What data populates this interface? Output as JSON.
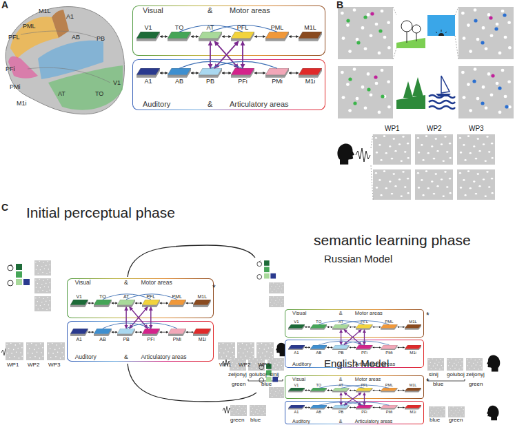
{
  "diagram": {
    "nodes": [
      {
        "text": [
          "Visual",
          "&",
          "Motor areas"
        ]
      },
      {
        "text": [
          "V1"
        ],
        "in": 0
      },
      {
        "text": [
          "TO"
        ],
        "in": 0
      },
      {
        "text": [
          "AT"
        ],
        "in": 0
      },
      {
        "text": [
          "PFL"
        ],
        "in": 0
      },
      {
        "text": [
          "PML"
        ],
        "in": 0
      },
      {
        "text": [
          "M1L"
        ],
        "in": 0
      },
      {
        "text": [
          "Auditory",
          "&",
          "Articulatory areas"
        ]
      },
      {
        "text": [
          "A1"
        ],
        "in": 7
      },
      {
        "text": [
          "AB"
        ],
        "in": 7
      },
      {
        "text": [
          "PB"
        ],
        "in": 7
      },
      {
        "text": [
          "PFi"
        ],
        "in": 7
      },
      {
        "text": [
          "PMi"
        ],
        "in": 7
      },
      {
        "text": [
          "M1i"
        ],
        "in": 7
      },
      {
        "text": [
          "Visual",
          "&",
          "Motor areas"
        ]
      },
      {
        "text": [
          "V1"
        ],
        "in": 14
      },
      {
        "text": [
          "TO"
        ],
        "in": 14
      },
      {
        "text": [
          "AT"
        ],
        "in": 14
      },
      {
        "text": [
          "PFL"
        ],
        "in": 14
      },
      {
        "text": [
          "PML"
        ],
        "in": 14
      },
      {
        "text": [
          "M1L"
        ],
        "in": 14
      },
      {
        "text": [
          "Auditory",
          "&",
          "Articulatory areas"
        ]
      },
      {
        "text": [
          "A1"
        ],
        "in": 21
      },
      {
        "text": [
          "AB"
        ],
        "in": 21
      },
      {
        "text": [
          "PB"
        ],
        "in": 21
      },
      {
        "text": [
          "PFi"
        ],
        "in": 21
      },
      {
        "text": [
          "PMi"
        ],
        "in": 21
      },
      {
        "text": [
          "M1i"
        ],
        "in": 21
      },
      {
        "text": [
          "Visual",
          "&",
          "Motor areas"
        ]
      },
      {
        "text": [
          "V1"
        ],
        "in": 28
      },
      {
        "text": [
          "TO"
        ],
        "in": 28
      },
      {
        "text": [
          "AT"
        ],
        "in": 28
      },
      {
        "text": [
          "PFL"
        ],
        "in": 28
      },
      {
        "text": [
          "PML"
        ],
        "in": 28
      },
      {
        "text": [
          "M1L"
        ],
        "in": 28
      },
      {
        "text": [
          "Auditory",
          "&",
          "Articulatory areas"
        ]
      },
      {
        "text": [
          "A1"
        ],
        "in": 35
      },
      {
        "text": [
          "AB"
        ],
        "in": 35
      },
      {
        "text": [
          "PB"
        ],
        "in": 35
      },
      {
        "text": [
          "PFi"
        ],
        "in": 35
      },
      {
        "text": [
          "PMi"
        ],
        "in": 35
      },
      {
        "text": [
          "M1i"
        ],
        "in": 35
      },
      {
        "text": [
          "Visual",
          "&",
          "Motor areas"
        ]
      },
      {
        "text": [
          "V1"
        ],
        "in": 42
      },
      {
        "text": [
          "TO"
        ],
        "in": 42
      },
      {
        "text": [
          "AT"
        ],
        "in": 42
      },
      {
        "text": [
          "PFL"
        ],
        "in": 42
      },
      {
        "text": [
          "PML"
        ],
        "in": 42
      },
      {
        "text": [
          "M1L"
        ],
        "in": 42
      },
      {
        "text": [
          "Auditory",
          "&",
          "Articulatory areas"
        ]
      },
      {
        "text": [
          "A1"
        ],
        "in": 49
      },
      {
        "text": [
          "AB"
        ],
        "in": 49
      },
      {
        "text": [
          "PB"
        ],
        "in": 49
      },
      {
        "text": [
          "PFi"
        ],
        "in": 49
      },
      {
        "text": [
          "PMi"
        ],
        "in": 49
      },
      {
        "text": [
          "M1i"
        ],
        "in": 49
      }
    ],
    "edges": [
      {
        "from": 1,
        "to": 2,
        "arrow": "both"
      },
      {
        "from": 2,
        "to": 3,
        "arrow": "both"
      },
      {
        "from": 3,
        "to": 4,
        "arrow": "both"
      },
      {
        "from": 4,
        "to": 5,
        "arrow": "both"
      },
      {
        "from": 5,
        "to": 6,
        "arrow": "both"
      },
      {
        "from": 8,
        "to": 9,
        "arrow": "both"
      },
      {
        "from": 9,
        "to": 10,
        "arrow": "both"
      },
      {
        "from": 10,
        "to": 11,
        "arrow": "both"
      },
      {
        "from": 11,
        "to": 12,
        "arrow": "both"
      },
      {
        "from": 12,
        "to": 13,
        "arrow": "both"
      },
      {
        "from": 3,
        "to": 10,
        "arrow": "both"
      },
      {
        "from": 3,
        "to": 11,
        "arrow": "both"
      },
      {
        "from": 4,
        "to": 10,
        "arrow": "both"
      },
      {
        "from": 4,
        "to": 11,
        "arrow": "both"
      },
      {
        "from": 2,
        "to": 4,
        "arrow": "none"
      },
      {
        "from": 3,
        "to": 5,
        "arrow": "none"
      },
      {
        "from": 9,
        "to": 11,
        "arrow": "none"
      },
      {
        "from": 10,
        "to": 12,
        "arrow": "none"
      },
      {
        "from": 15,
        "to": 16,
        "arrow": "both"
      },
      {
        "from": 16,
        "to": 17,
        "arrow": "both"
      },
      {
        "from": 17,
        "to": 18,
        "arrow": "both"
      },
      {
        "from": 18,
        "to": 19,
        "arrow": "both"
      },
      {
        "from": 19,
        "to": 20,
        "arrow": "both"
      },
      {
        "from": 22,
        "to": 23,
        "arrow": "both"
      },
      {
        "from": 23,
        "to": 24,
        "arrow": "both"
      },
      {
        "from": 24,
        "to": 25,
        "arrow": "both"
      },
      {
        "from": 25,
        "to": 26,
        "arrow": "both"
      },
      {
        "from": 26,
        "to": 27,
        "arrow": "both"
      },
      {
        "from": 17,
        "to": 24,
        "arrow": "both"
      },
      {
        "from": 17,
        "to": 25,
        "arrow": "both"
      },
      {
        "from": 18,
        "to": 24,
        "arrow": "both"
      },
      {
        "from": 18,
        "to": 25,
        "arrow": "both"
      },
      {
        "from": 16,
        "to": 18,
        "arrow": "none"
      },
      {
        "from": 17,
        "to": 19,
        "arrow": "none"
      },
      {
        "from": 23,
        "to": 25,
        "arrow": "none"
      },
      {
        "from": 24,
        "to": 26,
        "arrow": "none"
      },
      {
        "from": 29,
        "to": 30,
        "arrow": "both"
      },
      {
        "from": 30,
        "to": 31,
        "arrow": "both"
      },
      {
        "from": 31,
        "to": 32,
        "arrow": "both"
      },
      {
        "from": 32,
        "to": 33,
        "arrow": "both"
      },
      {
        "from": 33,
        "to": 34,
        "arrow": "both"
      },
      {
        "from": 36,
        "to": 37,
        "arrow": "both"
      },
      {
        "from": 37,
        "to": 38,
        "arrow": "both"
      },
      {
        "from": 38,
        "to": 39,
        "arrow": "both"
      },
      {
        "from": 39,
        "to": 40,
        "arrow": "both"
      },
      {
        "from": 40,
        "to": 41,
        "arrow": "both"
      },
      {
        "from": 31,
        "to": 38,
        "arrow": "both"
      },
      {
        "from": 31,
        "to": 39,
        "arrow": "both"
      },
      {
        "from": 32,
        "to": 38,
        "arrow": "both"
      },
      {
        "from": 32,
        "to": 39,
        "arrow": "both"
      },
      {
        "from": 30,
        "to": 32,
        "arrow": "none"
      },
      {
        "from": 31,
        "to": 33,
        "arrow": "none"
      },
      {
        "from": 37,
        "to": 39,
        "arrow": "none"
      },
      {
        "from": 38,
        "to": 40,
        "arrow": "none"
      },
      {
        "from": 43,
        "to": 44,
        "arrow": "both"
      },
      {
        "from": 44,
        "to": 45,
        "arrow": "both"
      },
      {
        "from": 45,
        "to": 46,
        "arrow": "both"
      },
      {
        "from": 46,
        "to": 47,
        "arrow": "both"
      },
      {
        "from": 47,
        "to": 48,
        "arrow": "both"
      },
      {
        "from": 50,
        "to": 51,
        "arrow": "both"
      },
      {
        "from": 51,
        "to": 52,
        "arrow": "both"
      },
      {
        "from": 52,
        "to": 53,
        "arrow": "both"
      },
      {
        "from": 53,
        "to": 54,
        "arrow": "both"
      },
      {
        "from": 54,
        "to": 55,
        "arrow": "both"
      },
      {
        "from": 45,
        "to": 52,
        "arrow": "both"
      },
      {
        "from": 45,
        "to": 53,
        "arrow": "both"
      },
      {
        "from": 46,
        "to": 52,
        "arrow": "both"
      },
      {
        "from": 46,
        "to": 53,
        "arrow": "both"
      },
      {
        "from": 44,
        "to": 46,
        "arrow": "none"
      },
      {
        "from": 45,
        "to": 47,
        "arrow": "none"
      },
      {
        "from": 51,
        "to": 53,
        "arrow": "none"
      },
      {
        "from": 52,
        "to": 54,
        "arrow": "none"
      }
    ],
    "labels": [
      "A",
      "PFL",
      "PML",
      "M1L",
      "A1",
      "AB",
      "PB",
      "PFi",
      "PMi",
      "M1i",
      "AT",
      "TO",
      "V1",
      "B",
      "WP1",
      "WP2",
      "WP3",
      "C",
      "Initial perceptual phase",
      "semantic learning phase",
      "Russian Model",
      "English Model",
      "WP1",
      "WP2",
      "WP3",
      "WP1",
      "WP2",
      "WP3",
      "*",
      "zeljonyj",
      "goluboj",
      "sinij",
      "green",
      "blue",
      "sinij",
      "goluboj",
      "zeljonyj",
      "blue",
      "green",
      "*",
      "green",
      "blue",
      "blue",
      "green",
      "*"
    ]
  }
}
